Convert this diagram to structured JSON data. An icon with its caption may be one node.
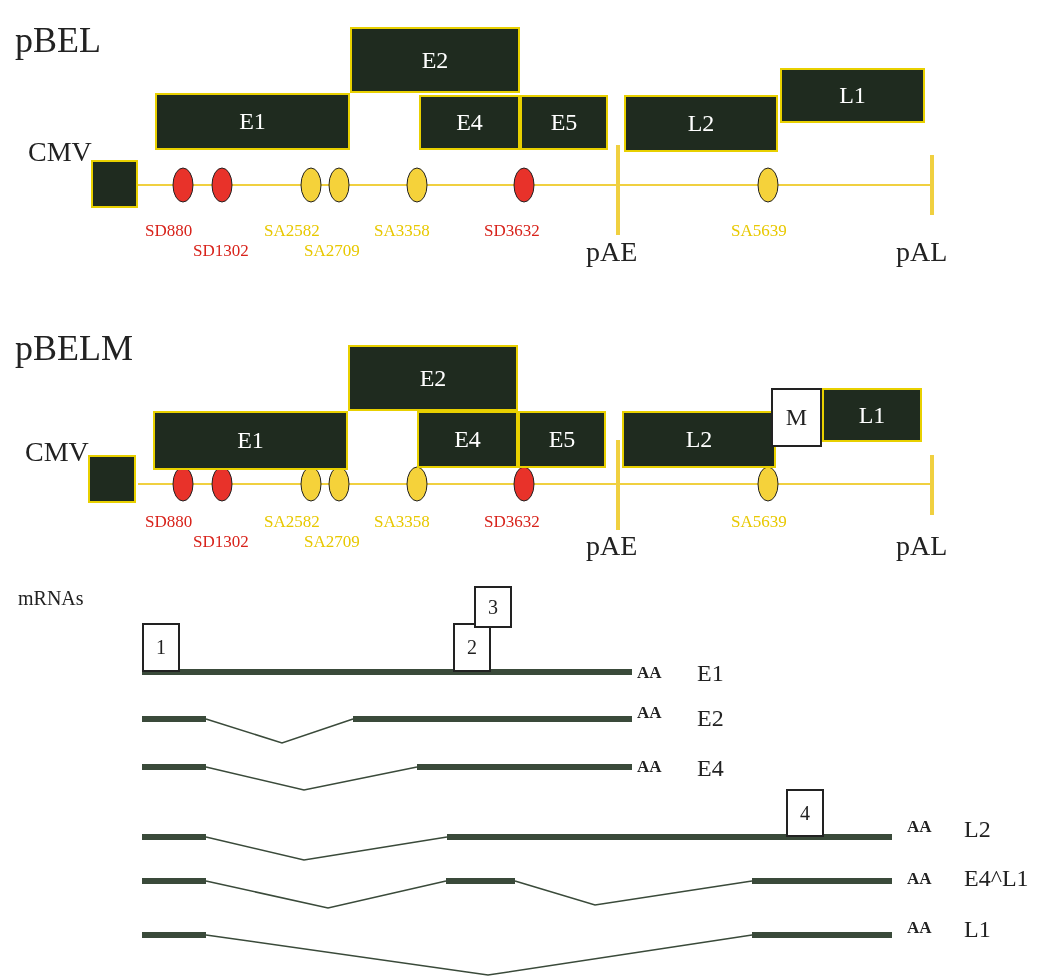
{
  "diagram": {
    "nodes": [
      {
        "text": [],
        "shape": "box"
      },
      {
        "text": [
          "E1"
        ]
      },
      {
        "text": [
          "E2"
        ]
      },
      {
        "text": [
          "E4"
        ]
      },
      {
        "text": [
          "E5"
        ]
      },
      {
        "text": [
          "L2"
        ]
      },
      {
        "text": [
          "L1"
        ]
      },
      {
        "text": [],
        "shape": "box"
      },
      {
        "text": [
          "E1"
        ]
      },
      {
        "text": [
          "E2"
        ]
      },
      {
        "text": [
          "E4"
        ]
      },
      {
        "text": [
          "E5"
        ]
      },
      {
        "text": [
          "L2"
        ]
      },
      {
        "text": [
          "M"
        ]
      },
      {
        "text": [
          "L1"
        ]
      },
      {
        "text": [
          "1"
        ]
      },
      {
        "text": [
          "2"
        ]
      },
      {
        "text": [
          "3"
        ]
      },
      {
        "text": [
          "4"
        ]
      }
    ],
    "labels": [
      "pBEL",
      "CMV",
      "SD880",
      "SA2582",
      "SA3358",
      "SD3632",
      "SA5639",
      "SD1302",
      "SA2709",
      "pAE",
      "pAL",
      "pBELM",
      "CMV",
      "SD880",
      "SA2582",
      "SA3358",
      "SD3632",
      "SA5639",
      "SD1302",
      "SA2709",
      "pAE",
      "pAL",
      "mRNAs",
      "AA",
      "E1",
      "AA",
      "E2",
      "AA",
      "E4",
      "AA",
      "L2",
      "AA",
      "E4^L1",
      "AA",
      "L1"
    ]
  }
}
